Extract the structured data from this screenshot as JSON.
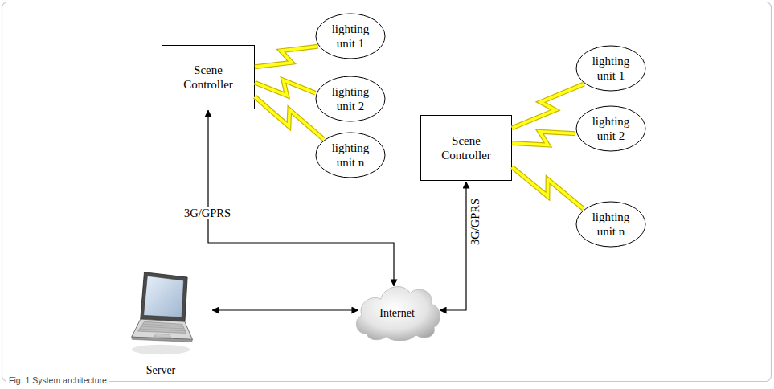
{
  "diagram": {
    "caption": "Fig. 1 System architecture",
    "nodes": [
      {
        "text": [
          "Scene Controller"
        ]
      },
      {
        "text": [
          "lighting unit 1"
        ]
      },
      {
        "text": [
          "lighting unit 2"
        ]
      },
      {
        "text": [
          "lighting unit n"
        ]
      },
      {
        "text": [
          "Scene Controller"
        ]
      },
      {
        "text": [
          "lighting unit 1"
        ]
      },
      {
        "text": [
          "lighting unit 2"
        ]
      },
      {
        "text": [
          "lighting unit n"
        ]
      },
      {
        "text": [
          "Server"
        ]
      },
      {
        "text": [
          "Internet"
        ]
      }
    ],
    "edges": [
      {
        "from": 0,
        "to": 1,
        "arrow": "none"
      },
      {
        "from": 0,
        "to": 2,
        "arrow": "none"
      },
      {
        "from": 0,
        "to": 3,
        "arrow": "none"
      },
      {
        "from": 4,
        "to": 5,
        "arrow": "none"
      },
      {
        "from": 4,
        "to": 6,
        "arrow": "none"
      },
      {
        "from": 4,
        "to": 7,
        "arrow": "none"
      },
      {
        "from": 0,
        "to": 9,
        "label": "3G/GPRS",
        "arrow": "both"
      },
      {
        "from": 4,
        "to": 9,
        "label": "3G/GPRS",
        "arrow": "both"
      },
      {
        "from": 8,
        "to": 9,
        "arrow": "both"
      }
    ]
  }
}
